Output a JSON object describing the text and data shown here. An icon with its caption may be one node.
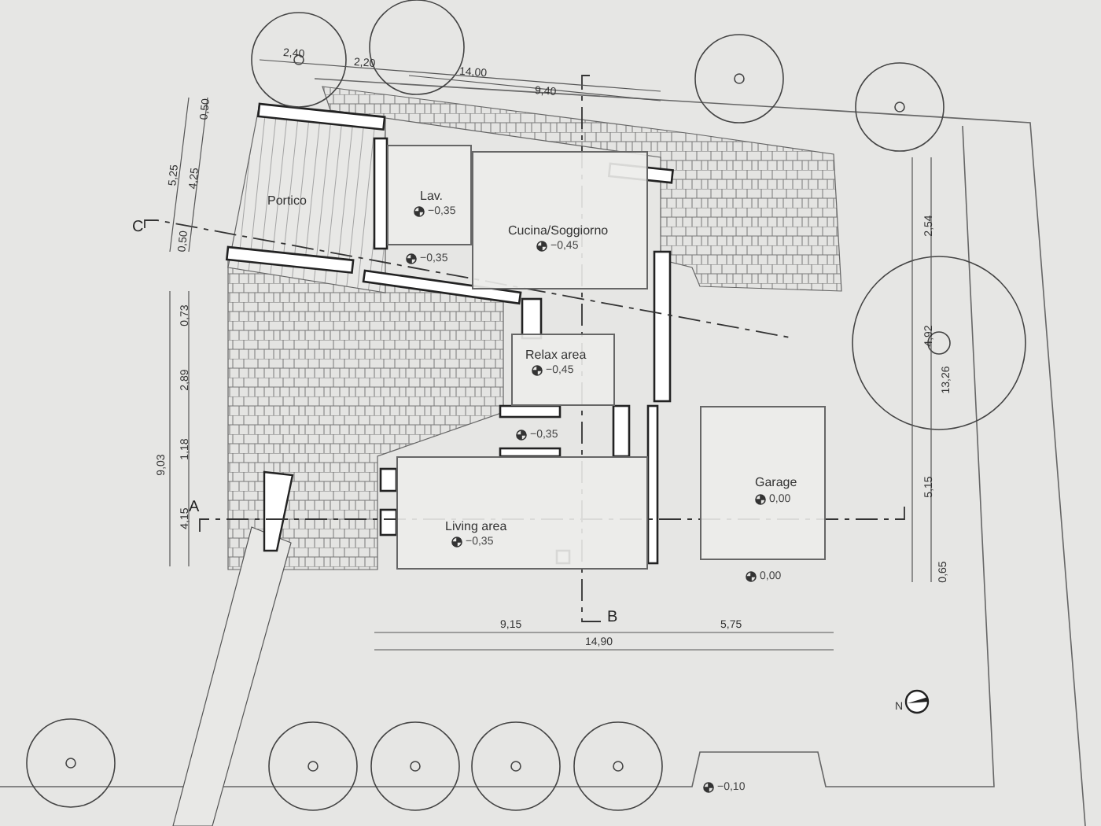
{
  "diagram": {
    "nodes": [
      {
        "text": [
          "Portico"
        ]
      },
      {
        "text": [
          "Lav.",
          "−0,35"
        ]
      },
      {
        "text": [
          "Cucina/Soggiorno",
          "−0,45"
        ]
      },
      {
        "text": [
          "Relax area",
          "−0,45"
        ]
      },
      {
        "text": [
          "Living area",
          "−0,35"
        ]
      },
      {
        "text": [
          "Garage",
          "0,00"
        ]
      }
    ],
    "labels": [
      "2,40",
      "2,20",
      "14,00",
      "9,40",
      "0,50",
      "5,25",
      "4,25",
      "2,54",
      "C",
      "0,50",
      "−0,35",
      "0,73",
      "4,92",
      "13,26",
      "2,89",
      "1,18",
      "9,03",
      "−0,35",
      "5,15",
      "4,15",
      "A",
      "0,00",
      "0,65",
      "B",
      "9,15",
      "5,75",
      "14,90",
      "N",
      "−0,10"
    ]
  }
}
